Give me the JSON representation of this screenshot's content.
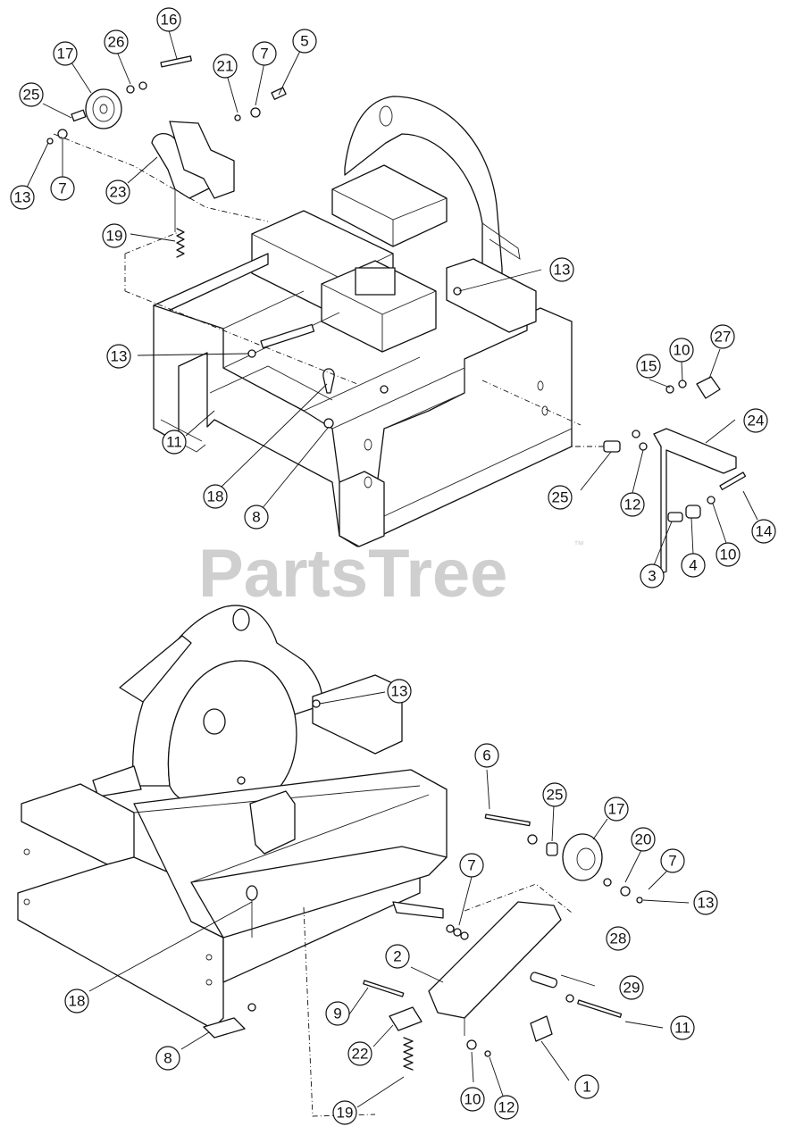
{
  "watermark": {
    "text": "PartsTree",
    "mark": "™"
  },
  "callouts": {
    "top": [
      "16",
      "17",
      "26",
      "25",
      "21",
      "7",
      "5",
      "13",
      "7",
      "23",
      "19",
      "13",
      "13",
      "11",
      "18",
      "8",
      "10",
      "27",
      "15",
      "24",
      "25",
      "12",
      "3",
      "4",
      "10",
      "14"
    ],
    "bottom": [
      "13",
      "6",
      "25",
      "17",
      "20",
      "7",
      "13",
      "7",
      "28",
      "2",
      "29",
      "9",
      "11",
      "22",
      "1",
      "18",
      "8",
      "19",
      "10",
      "12"
    ]
  }
}
